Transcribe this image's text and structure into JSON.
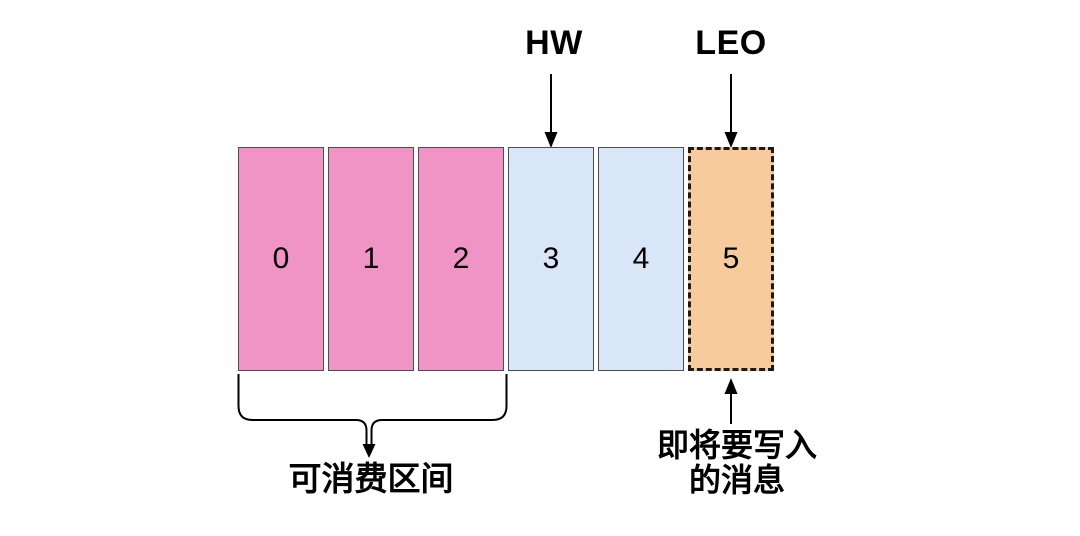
{
  "diagram": {
    "cells": [
      {
        "label": "0",
        "type": "consumable"
      },
      {
        "label": "1",
        "type": "consumable"
      },
      {
        "label": "2",
        "type": "consumable"
      },
      {
        "label": "3",
        "type": "uncommitted"
      },
      {
        "label": "4",
        "type": "uncommitted"
      },
      {
        "label": "5",
        "type": "incoming"
      }
    ],
    "pointers": {
      "hw_label": "HW",
      "leo_label": "LEO"
    },
    "annotations": {
      "consumable_range_label": "可消费区间",
      "incoming_message_line1": "即将要写入",
      "incoming_message_line2": "的消息"
    },
    "colors": {
      "consumable_fill": "#F094C5",
      "uncommitted_fill": "#D9E6F8",
      "incoming_fill": "#F8CB9C",
      "cell_border": "#4D4D4D",
      "incoming_border": "#1A1A1A",
      "arrow": "#000000",
      "background": "#FFFFFF"
    }
  }
}
